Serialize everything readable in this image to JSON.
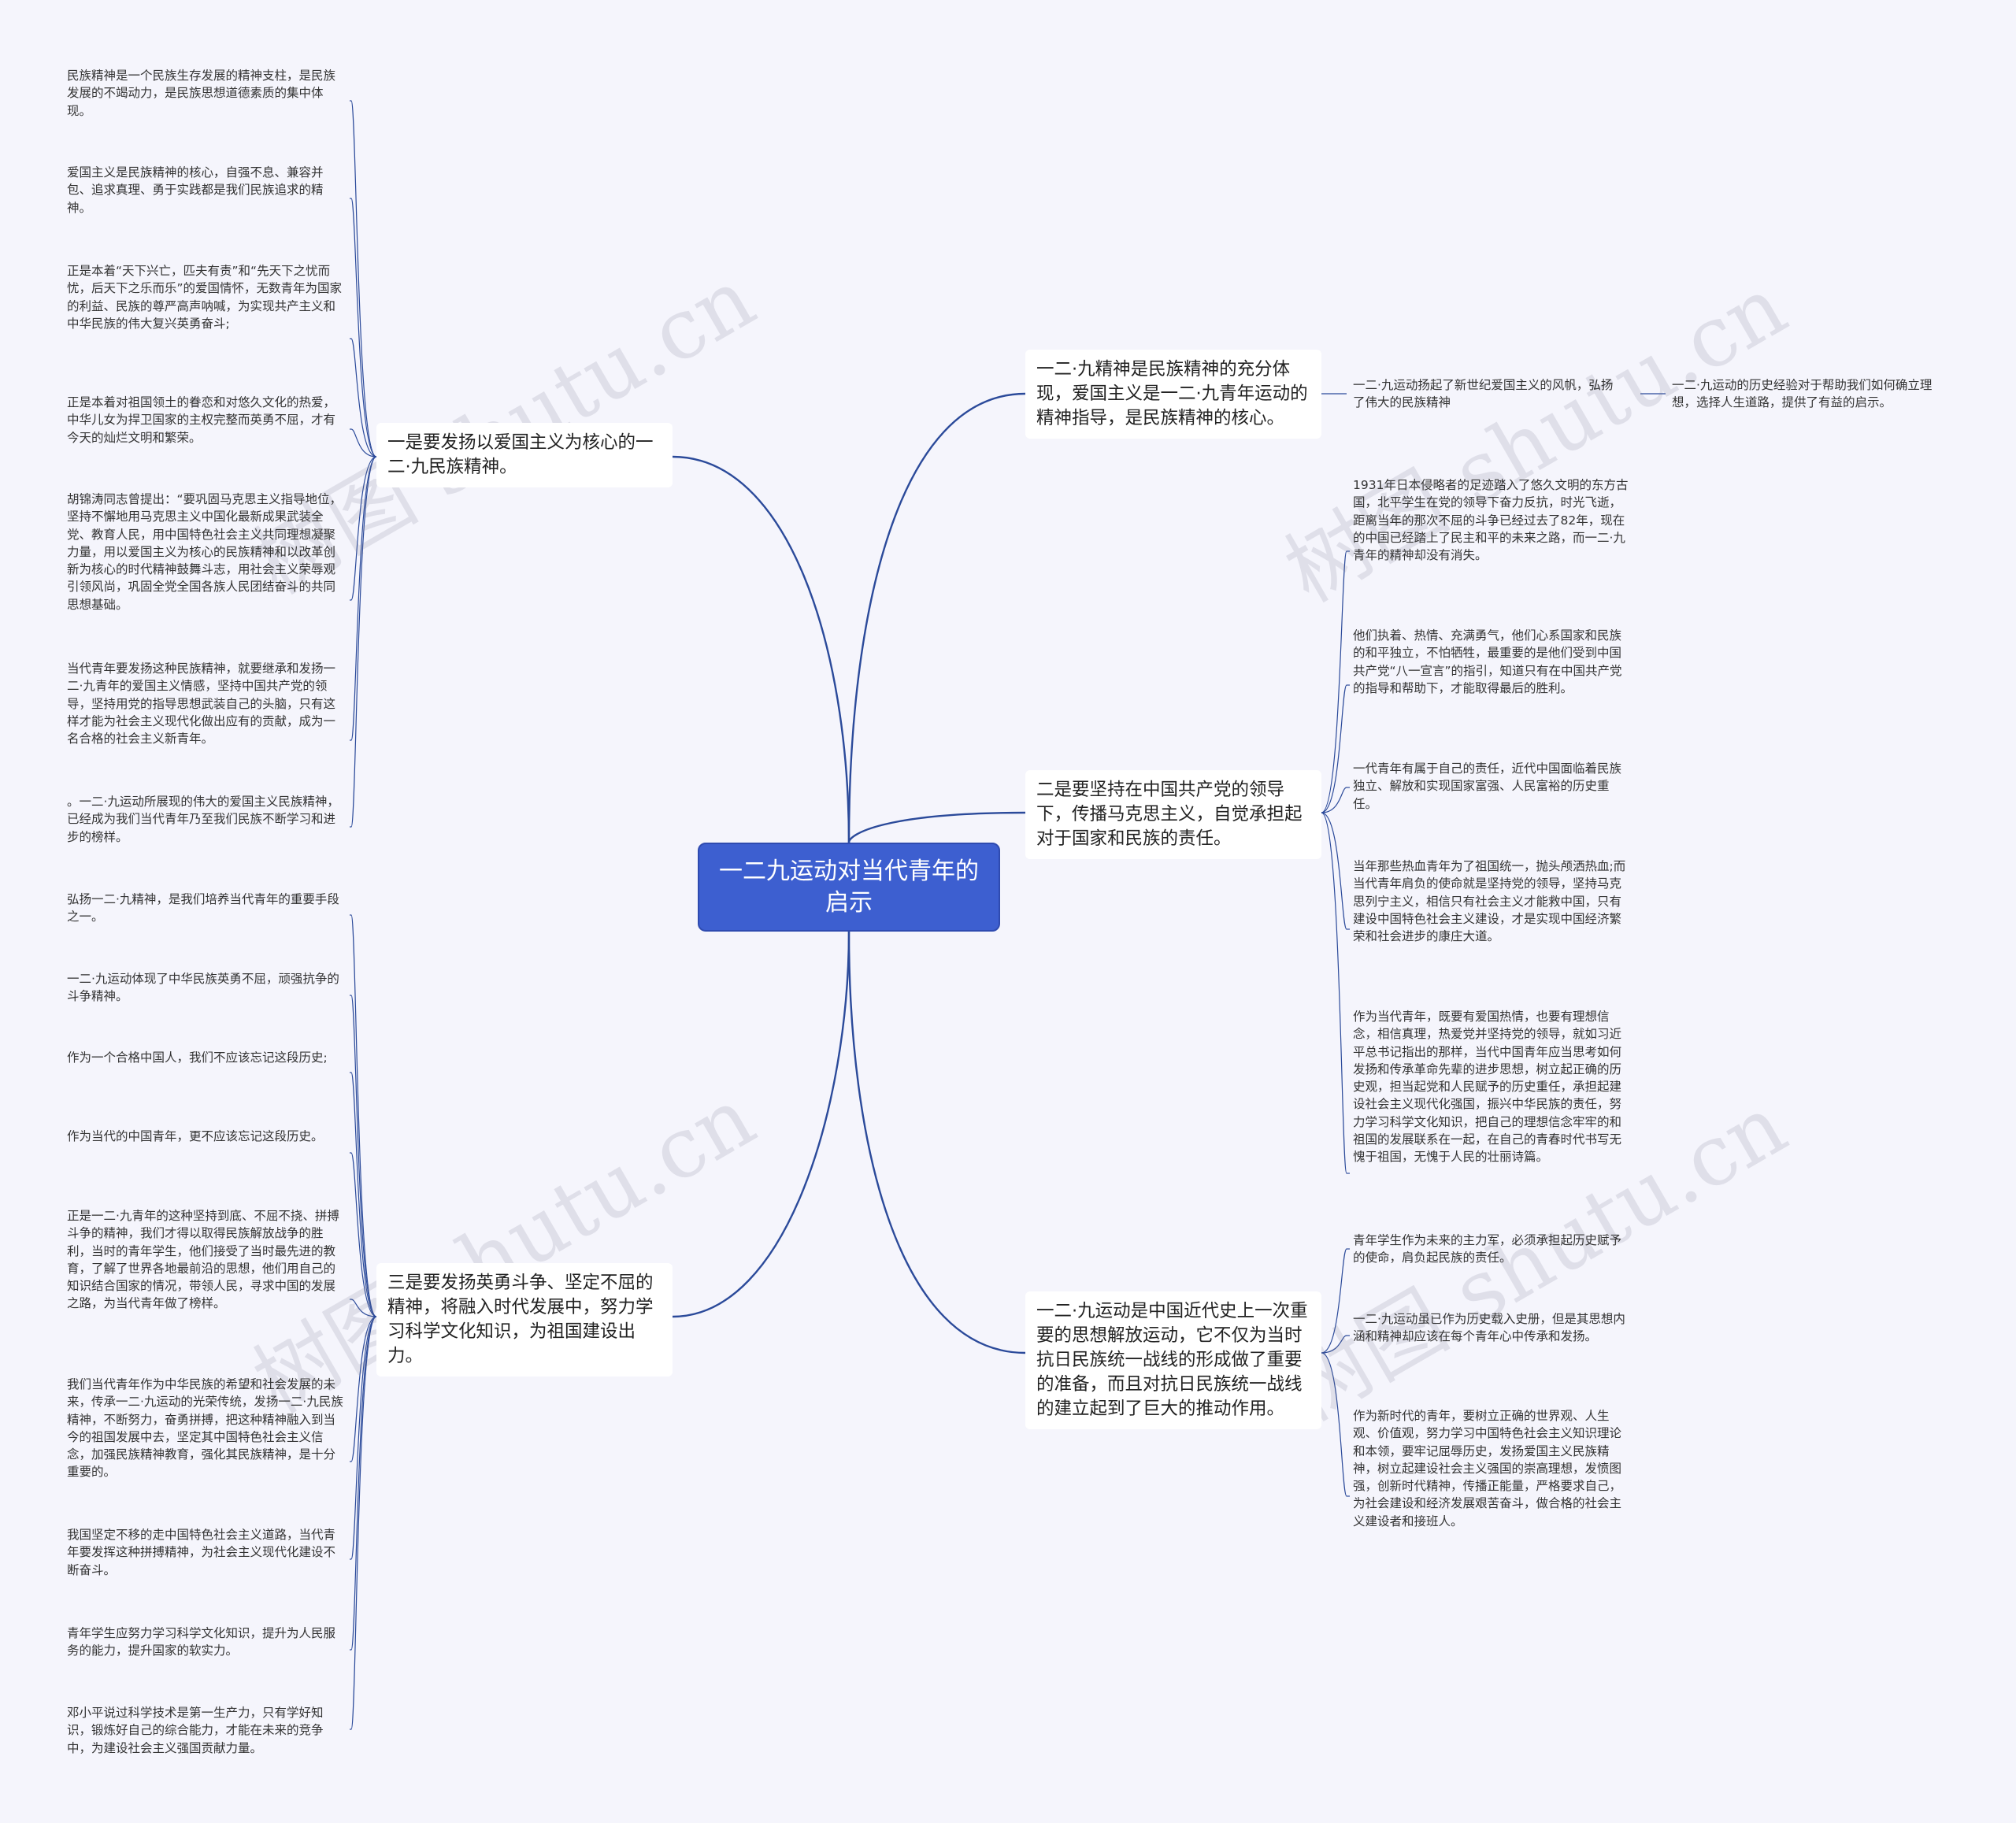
{
  "root": {
    "title": "一二九运动对当代青年的启示"
  },
  "branches": [
    {
      "id": "b1",
      "text": "一是要发扬以爱国主义为核心的一二·九民族精神。",
      "leaves": [
        "民族精神是一个民族生存发展的精神支柱，是民族发展的不竭动力，是民族思想道德素质的集中体现。",
        "爱国主义是民族精神的核心，自强不息、兼容并包、追求真理、勇于实践都是我们民族追求的精神。",
        "正是本着“天下兴亡，匹夫有责”和“先天下之忧而忧，后天下之乐而乐”的爱国情怀，无数青年为国家的利益、民族的尊严高声呐喊，为实现共产主义和中华民族的伟大复兴英勇奋斗;",
        "正是本着对祖国领土的眷恋和对悠久文化的热爱，中华儿女为捍卫国家的主权完整而英勇不屈，才有今天的灿烂文明和繁荣。",
        "胡锦涛同志曾提出：“要巩固马克思主义指导地位，坚持不懈地用马克思主义中国化最新成果武装全党、教育人民，用中国特色社会主义共同理想凝聚力量，用以爱国主义为核心的民族精神和以改革创新为核心的时代精神鼓舞斗志，用社会主义荣辱观引领风尚，巩固全党全国各族人民团结奋斗的共同思想基础。",
        "当代青年要发扬这种民族精神，就要继承和发扬一二·九青年的爱国主义情感，坚持中国共产党的领导，坚持用党的指导思想武装自己的头脑，只有这样才能为社会主义现代化做出应有的贡献，成为一名合格的社会主义新青年。",
        "。一二·九运动所展现的伟大的爱国主义民族精神，已经成为我们当代青年乃至我们民族不断学习和进步的榜样。"
      ]
    },
    {
      "id": "b2",
      "text": "三是要发扬英勇斗争、坚定不屈的精神，将融入时代发展中，努力学习科学文化知识，为祖国建设出力。",
      "leaves": [
        "弘扬一二·九精神，是我们培养当代青年的重要手段之一。",
        "一二·九运动体现了中华民族英勇不屈，顽强抗争的斗争精神。",
        "作为一个合格中国人，我们不应该忘记这段历史;",
        "作为当代的中国青年，更不应该忘记这段历史。",
        "正是一二·九青年的这种坚持到底、不屈不挠、拼搏斗争的精神，我们才得以取得民族解放战争的胜利，当时的青年学生，他们接受了当时最先进的教育，了解了世界各地最前沿的思想，他们用自己的知识结合国家的情况，带领人民，寻求中国的发展之路，为当代青年做了榜样。",
        "我们当代青年作为中华民族的希望和社会发展的未来，传承一二·九运动的光荣传统，发扬一二·九民族精神，不断努力，奋勇拼搏，把这种精神融入到当今的祖国发展中去，坚定其中国特色社会主义信念，加强民族精神教育，强化其民族精神，是十分重要的。",
        "我国坚定不移的走中国特色社会主义道路，当代青年要发挥这种拼搏精神，为社会主义现代化建设不断奋斗。",
        "青年学生应努力学习科学文化知识，提升为人民服务的能力，提升国家的软实力。",
        "邓小平说过科学技术是第一生产力，只有学好知识，锻炼好自己的综合能力，才能在未来的竞争中，为建设社会主义强国贡献力量。"
      ]
    },
    {
      "id": "b3",
      "text": "一二·九精神是民族精神的充分体现，爱国主义是一二·九青年运动的精神指导，是民族精神的核心。",
      "leaves": [
        "一二·九运动扬起了新世纪爱国主义的风帆，弘扬了伟大的民族精神"
      ],
      "subleaf": "一二·九运动的历史经验对于帮助我们如何确立理想，选择人生道路，提供了有益的启示。"
    },
    {
      "id": "b4",
      "text": "二是要坚持在中国共产党的领导下，传播马克思主义，自觉承担起对于国家和民族的责任。",
      "leaves": [
        "1931年日本侵略者的足迹踏入了悠久文明的东方古国，北平学生在党的领导下奋力反抗，时光飞逝，距离当年的那次不屈的斗争已经过去了82年，现在的中国已经踏上了民主和平的未来之路，而一二·九青年的精神却没有消失。",
        "他们执着、热情、充满勇气，他们心系国家和民族的和平独立，不怕牺牲，最重要的是他们受到中国共产党“八一宣言”的指引，知道只有在中国共产党的指导和帮助下，才能取得最后的胜利。",
        "一代青年有属于自己的责任，近代中国面临着民族独立、解放和实现国家富强、人民富裕的历史重任。",
        "当年那些热血青年为了祖国统一，抛头颅洒热血;而当代青年肩负的使命就是坚持党的领导，坚持马克思列宁主义，相信只有社会主义才能救中国，只有建设中国特色社会主义建设，才是实现中国经济繁荣和社会进步的康庄大道。",
        "作为当代青年，既要有爱国热情，也要有理想信念，相信真理，热爱党并坚持党的领导，就如习近平总书记指出的那样，当代中国青年应当思考如何发扬和传承革命先辈的进步思想，树立起正确的历史观，担当起党和人民赋予的历史重任，承担起建设社会主义现代化强国，振兴中华民族的责任，努力学习科学文化知识，把自己的理想信念牢牢的和祖国的发展联系在一起，在自己的青春时代书写无愧于祖国，无愧于人民的壮丽诗篇。"
      ]
    },
    {
      "id": "b5",
      "text": "一二·九运动是中国近代史上一次重要的思想解放运动，它不仅为当时抗日民族统一战线的形成做了重要的准备，而且对抗日民族统一战线的建立起到了巨大的推动作用。",
      "leaves": [
        "青年学生作为未来的主力军，必须承担起历史赋予的使命，肩负起民族的责任。",
        "一二·九运动虽已作为历史载入史册，但是其思想内涵和精神却应该在每个青年心中传承和发扬。",
        "作为新时代的青年，要树立正确的世界观、人生观、价值观，努力学习中国特色社会主义知识理论和本领，要牢记屈辱历史，发扬爱国主义民族精神，树立起建设社会主义强国的崇高理想，发愤图强，创新时代精神，传播正能量，严格要求自己，为社会建设和经济发展艰苦奋斗，做合格的社会主义建设者和接班人。"
      ]
    }
  ],
  "watermark": {
    "text": "树图 shutu.cn"
  },
  "colors": {
    "root": "#3d5fd0",
    "line": "#2b4a9a",
    "background": "#f5f5fc"
  }
}
